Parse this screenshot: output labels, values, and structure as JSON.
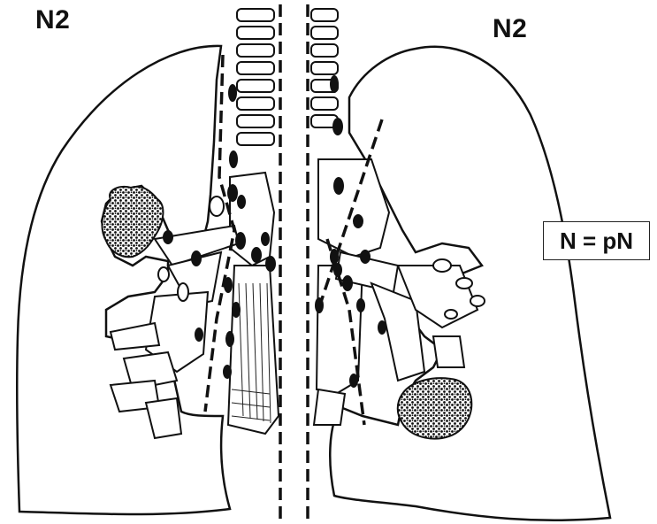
{
  "labels": {
    "left_station": "N2",
    "right_station": "N2",
    "legend": "N = pN"
  },
  "colors": {
    "ink": "#111111",
    "background": "#ffffff",
    "tumor": "#222222"
  }
}
